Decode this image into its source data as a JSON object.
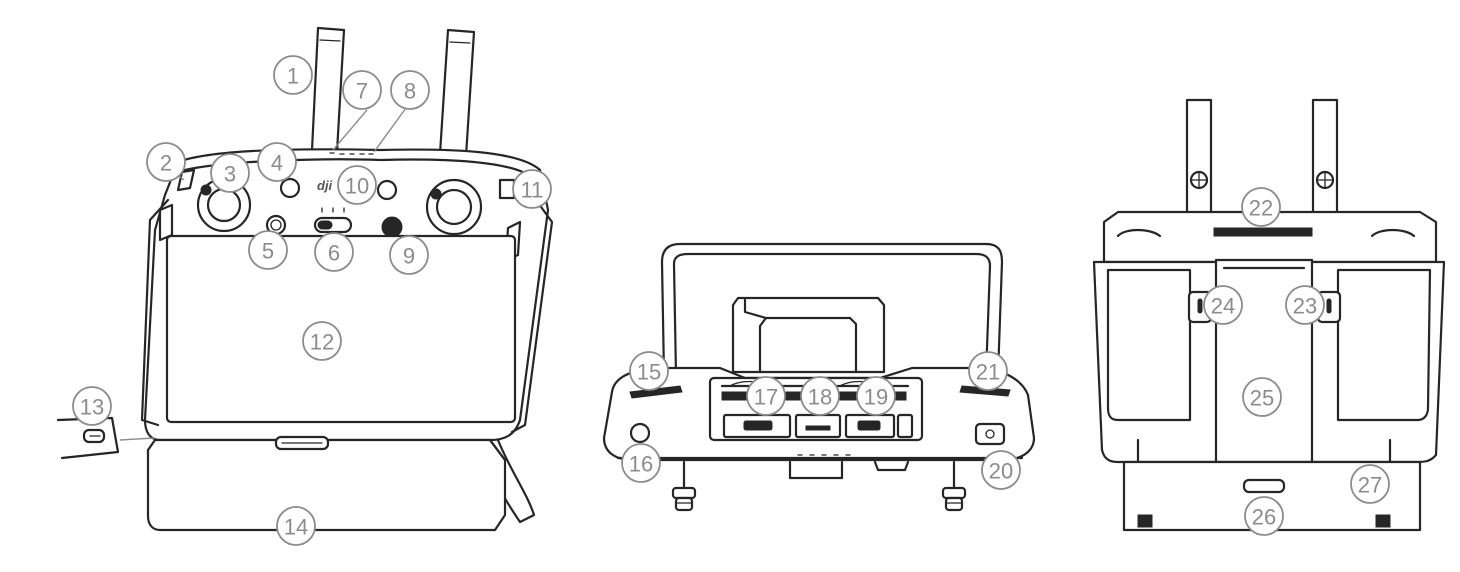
{
  "diagram": {
    "views": [
      {
        "id": "front",
        "name": "front-view"
      },
      {
        "id": "bottom",
        "name": "bottom-view"
      },
      {
        "id": "back",
        "name": "back-view"
      }
    ],
    "callouts": [
      {
        "label": "1",
        "view": "front",
        "target": "antenna-left"
      },
      {
        "label": "2",
        "view": "front",
        "target": "left-dial-button"
      },
      {
        "label": "3",
        "view": "front",
        "target": "left-stick"
      },
      {
        "label": "4",
        "view": "front",
        "target": "return-to-home-button"
      },
      {
        "label": "5",
        "view": "front",
        "target": "pause-button"
      },
      {
        "label": "6",
        "view": "front",
        "target": "flight-mode-switch"
      },
      {
        "label": "7",
        "view": "front",
        "target": "status-led"
      },
      {
        "label": "8",
        "view": "front",
        "target": "battery-level-leds"
      },
      {
        "label": "9",
        "view": "front",
        "target": "five-direction-button"
      },
      {
        "label": "10",
        "view": "front",
        "target": "power-button"
      },
      {
        "label": "11",
        "view": "front",
        "target": "right-dial-button"
      },
      {
        "label": "12",
        "view": "front",
        "target": "touch-screen"
      },
      {
        "label": "13",
        "view": "front",
        "target": "usb-c-port-detail"
      },
      {
        "label": "14",
        "view": "front",
        "target": "external-battery"
      },
      {
        "label": "15",
        "view": "bottom",
        "target": "left-dial"
      },
      {
        "label": "16",
        "view": "bottom",
        "target": "record-button"
      },
      {
        "label": "17",
        "view": "bottom",
        "target": "hdmi-port"
      },
      {
        "label": "18",
        "view": "bottom",
        "target": "microsd-slot"
      },
      {
        "label": "19",
        "view": "bottom",
        "target": "usb-port"
      },
      {
        "label": "20",
        "view": "bottom",
        "target": "shutter-button"
      },
      {
        "label": "21",
        "view": "bottom",
        "target": "right-dial"
      },
      {
        "label": "22",
        "view": "back",
        "target": "air-intake"
      },
      {
        "label": "23",
        "view": "back",
        "target": "c1-button"
      },
      {
        "label": "24",
        "view": "back",
        "target": "c2-button"
      },
      {
        "label": "25",
        "view": "back",
        "target": "handle"
      },
      {
        "label": "26",
        "view": "back",
        "target": "battery-release"
      },
      {
        "label": "27",
        "view": "back",
        "target": "stand"
      }
    ],
    "brand_mark": "dji",
    "colors": {
      "outline": "#262626",
      "callout": "#8c8c8c",
      "background": "#ffffff"
    }
  }
}
